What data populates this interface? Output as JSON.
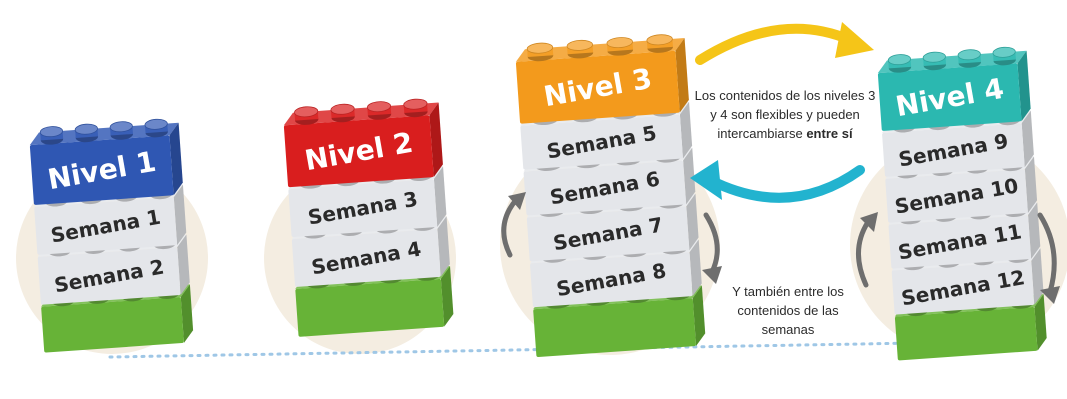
{
  "colors": {
    "nivel1": "#2f57b3",
    "nivel2": "#d91e1e",
    "nivel3": "#f39a1c",
    "nivel4": "#2bb8b0",
    "semana": "#e4e6ea",
    "base": "#67b337",
    "arrow_yellow": "#f5c518",
    "arrow_cyan": "#22b3cf",
    "arrow_grey": "#6e6e6e",
    "halo": "#f4ede1",
    "dots": "#9fc7e6"
  },
  "stacks": [
    {
      "level": "Nivel 1",
      "color_key": "nivel1",
      "weeks": [
        "Semana 1",
        "Semana 2"
      ]
    },
    {
      "level": "Nivel 2",
      "color_key": "nivel2",
      "weeks": [
        "Semana 3",
        "Semana 4"
      ]
    },
    {
      "level": "Nivel 3",
      "color_key": "nivel3",
      "weeks": [
        "Semana 5",
        "Semana 6",
        "Semana 7",
        "Semana 8"
      ]
    },
    {
      "level": "Nivel 4",
      "color_key": "nivel4",
      "weeks": [
        "Semana 9",
        "Semana 10",
        "Semana 11",
        "Semana 12"
      ]
    }
  ],
  "notes": {
    "levels_swap": "Los contenidos de los niveles 3 y 4 son flexibles y pueden intercambiarse",
    "levels_swap_bold": "entre sí",
    "weeks_swap": "Y también entre los contenidos de las semanas"
  }
}
